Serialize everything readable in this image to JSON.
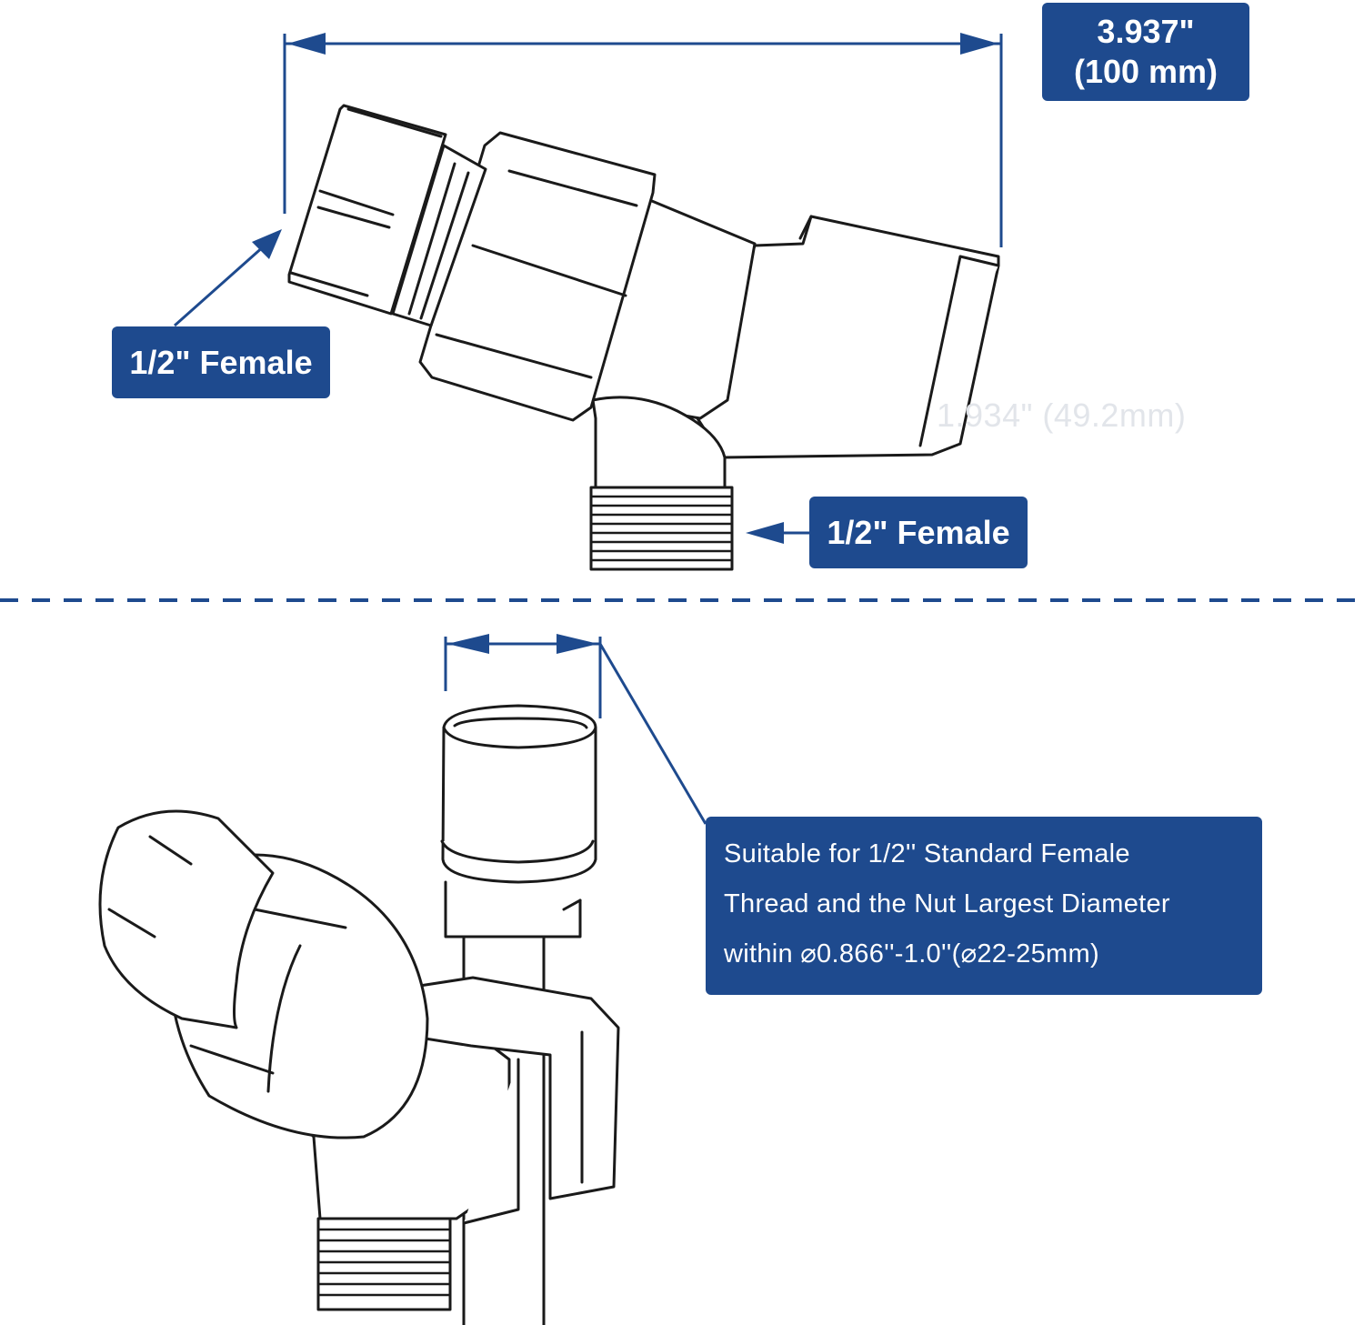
{
  "dimensions": {
    "overall_length_in": "3.937\"",
    "overall_length_mm": "(100 mm)",
    "height_faint": "1.934\" (49.2mm)"
  },
  "labels": {
    "inlet": "1/2\" Female",
    "outlet": "1/2\" Female"
  },
  "compatibility_note": {
    "line1": "Suitable for 1/2'' Standard Female",
    "line2": "Thread and the Nut Largest Diameter",
    "line3": "within ⌀0.866''-1.0''(⌀22-25mm)"
  },
  "colors": {
    "accent_blue": "#1e4a8e",
    "line_art": "#1a1a1a",
    "faint_text": "#e2e5ea"
  }
}
